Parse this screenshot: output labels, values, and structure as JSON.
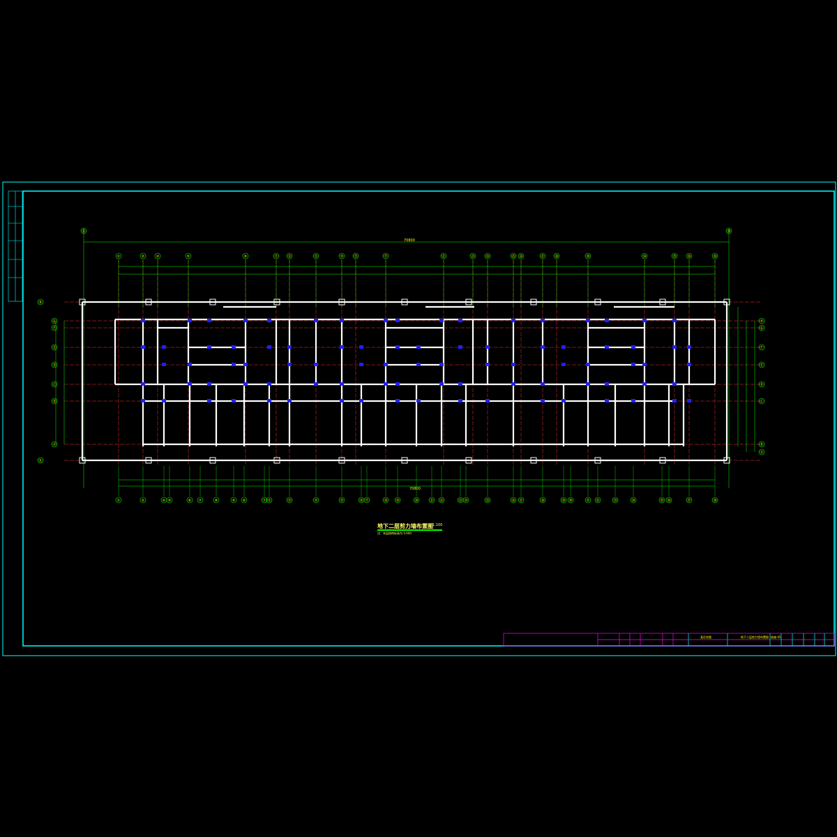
{
  "drawing": {
    "title": "地下二层剪力墙布置图",
    "scale": "1:100",
    "note": "注：本层结构标高为-5.600",
    "overall_dim_top": "70800",
    "overall_dim_bottom": "70800"
  },
  "axes": {
    "top_labels": [
      "①",
      "②",
      "③",
      "⑤",
      "⑨",
      "⑪",
      "⑫",
      "⑬",
      "⑭",
      "⑮",
      "⑰",
      "㉑",
      "㉓",
      "㉔",
      "㉕",
      "㉖",
      "㉗",
      "㉘",
      "㉚",
      "㉞",
      "㉟",
      "㊱",
      "㊳"
    ],
    "bottom_labels": [
      "①",
      "②",
      "④",
      "⑤",
      "⑥",
      "⑦",
      "⑧",
      "⑨",
      "⑩",
      "⑪",
      "⑫",
      "⑬",
      "⑭",
      "⑮",
      "⑯",
      "⑰",
      "⑱",
      "⑲",
      "⑳",
      "㉑",
      "㉒",
      "㉓",
      "㉔",
      "㉕",
      "㉖",
      "㉗",
      "㉘",
      "㉙",
      "㉚",
      "㉛",
      "㉜",
      "㉝",
      "㉞",
      "㉟",
      "㊱",
      "㊲",
      "㊳"
    ],
    "left_labels": [
      "Ⓝ",
      "Ⓖ",
      "Ⓕ",
      "Ⓔ",
      "Ⓓ",
      "Ⓒ",
      "Ⓑ",
      "Ⓐ",
      "Ⓚ"
    ],
    "right_labels": [
      "Ⓗ",
      "Ⓖ",
      "Ⓕ",
      "Ⓔ",
      "Ⓓ",
      "Ⓒ",
      "Ⓑ",
      "Ⓐ"
    ]
  },
  "title_block": {
    "project": "某住宅楼",
    "drawing_name": "地下二层剪力墙布置图",
    "drawing_no": "结施-05"
  },
  "colors": {
    "frame": "#00ffff",
    "dimension": "#00ff00",
    "gridline": "#ff3030",
    "wall": "#ffffff",
    "column": "#2020ff",
    "text": "#ffff00",
    "title_block_edge": "#ff00ff"
  }
}
